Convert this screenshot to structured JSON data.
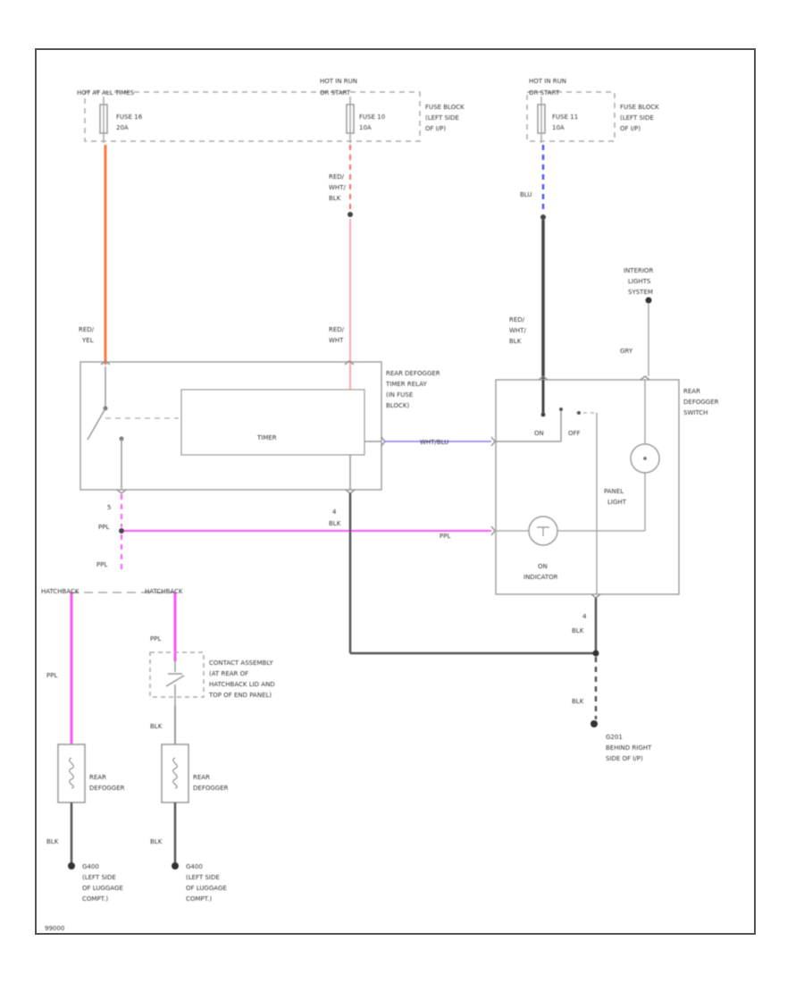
{
  "colors": {
    "frame": "#555555",
    "wire_dark": "#444444",
    "wire_gray": "#aaaaaa",
    "wire_orange": "#ff7a3c",
    "wire_pink_light": "#ff6b6b",
    "wire_blue": "#4e56ff",
    "wire_magenta": "#ff55ff",
    "wire_violet": "#8a7cff",
    "component_outline": "#9a9a9a",
    "text": "#333333"
  },
  "icons": [
    "fuse-icon",
    "switch-contact-icon",
    "lamp-icon",
    "ground-icon",
    "splice-dot-icon",
    "heater-grid-icon"
  ],
  "labels": {
    "hot_at_all_times": "HOT AT ALL TIMES",
    "hot_in_run_1": "HOT IN RUN",
    "hot_in_run_1b": "OR START",
    "hot_in_run_2": "HOT IN RUN",
    "hot_in_run_2b": "OR START",
    "fuse_block_1a": "FUSE BLOCK",
    "fuse_block_1b": "(LEFT SIDE",
    "fuse_block_1c": "OF I/P)",
    "fuse_block_2a": "FUSE BLOCK",
    "fuse_block_2b": "(LEFT SIDE",
    "fuse_block_2c": "OF I/P)",
    "fuse_16": "FUSE 16",
    "fuse_16_amp": "20A",
    "fuse_10": "FUSE 10",
    "fuse_10_amp": "10A",
    "fuse_11": "FUSE 11",
    "fuse_11_amp": "10A",
    "wire_red_wht_blk_a": "RED/",
    "wire_red_wht_blk_b": "WHT/",
    "wire_red_wht_blk_c": "BLK",
    "wire_blu": "BLU",
    "wire_red_yel_a": "RED/",
    "wire_red_yel_b": "YEL",
    "wire_red_wht_a": "RED/",
    "wire_red_wht_b": "WHT",
    "wire_red_wht_blk2_a": "RED/",
    "wire_red_wht_blk2_b": "WHT/",
    "wire_red_wht_blk2_c": "BLK",
    "interior_lights_a": "INTERIOR",
    "interior_lights_b": "LIGHTS",
    "interior_lights_c": "SYSTEM",
    "wire_gry": "GRY",
    "relay_a": "REAR DEFOGGER",
    "relay_b": "TIMER RELAY",
    "relay_c": "(IN FUSE",
    "relay_d": "BLOCK)",
    "timer": "TIMER",
    "wire_wht_blu": "WHT/BLU",
    "switch_a": "REAR",
    "switch_b": "DEFOGGER",
    "switch_c": "SWITCH",
    "on": "ON",
    "off": "OFF",
    "panel_a": "PANEL",
    "panel_b": "LIGHT",
    "on_ind_a": "ON",
    "on_ind_b": "INDICATOR",
    "ppl_1": "PPL",
    "ppl_2": "PPL",
    "ppl_3": "PPL",
    "ppl_4": "PPL",
    "ppl_5": "PPL",
    "blk_1": "BLK",
    "blk_2": "BLK",
    "blk_3": "BLK",
    "blk_4": "BLK",
    "blk_5": "BLK",
    "blk_6": "BLK",
    "pin_5": "5",
    "pin_4a": "4",
    "pin_4b": "4",
    "hatchback_l": "HATCHBACK",
    "hatchback_r": "HATCHBACK",
    "contact_a": "CONTACT ASSEMBLY",
    "contact_b": "(AT REAR OF",
    "contact_c": "HATCHBACK LID AND",
    "contact_d": "TOP OF END PANEL)",
    "rear_def_1a": "REAR",
    "rear_def_1b": "DEFOGGER",
    "rear_def_2a": "REAR",
    "rear_def_2b": "DEFOGGER",
    "g201_a": "G201",
    "g201_b": "BEHIND RIGHT",
    "g201_c": "SIDE OF I/P)",
    "g400_1a": "G400",
    "g400_1b": "(LEFT SIDE",
    "g400_1c": "OF LUGGAGE",
    "g400_1d": "COMPT.)",
    "g400_2a": "G400",
    "g400_2b": "(LEFT SIDE",
    "g400_2c": "OF LUGGAGE",
    "g400_2d": "COMPT.)",
    "footer_code": "99000"
  }
}
